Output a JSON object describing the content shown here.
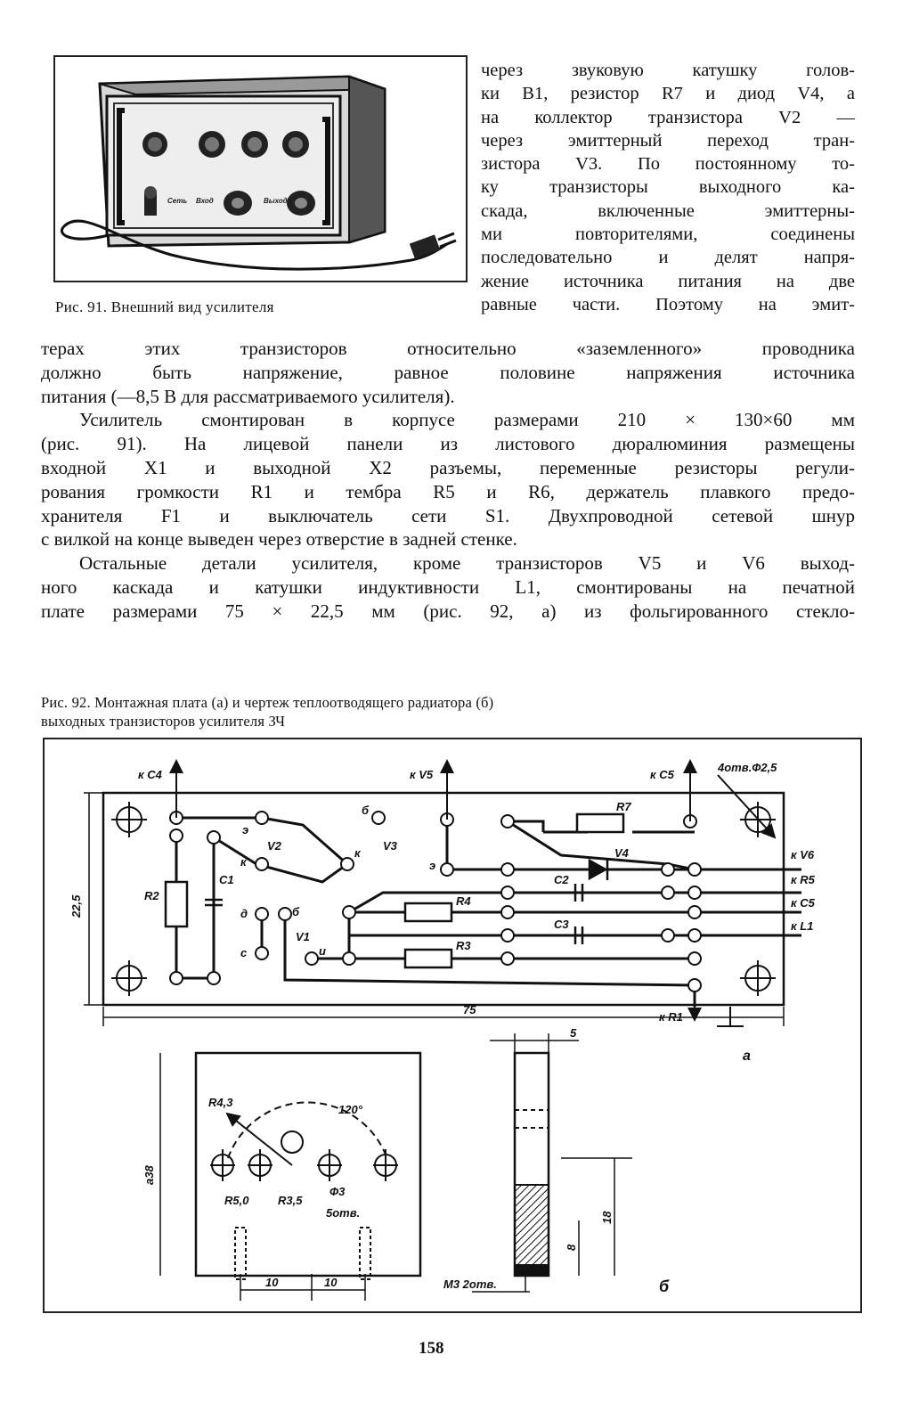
{
  "fig91": {
    "caption": "Рис. 91. Внешний вид усилителя"
  },
  "right_column_lines": [
    "через звуковую катушку голов-",
    "ки B1, резистор R7 и диод V4, а",
    "на коллектор транзистора V2 —",
    "через эмиттерный переход тран-",
    "зистора V3. По постоянному то-",
    "ку транзисторы выходного ка-",
    "скада, включенные эмиттерны-",
    "ми повторителями, соединены",
    "последовательно и делят напря-",
    "жение источника питания на две",
    "равные части. Поэтому на эмит-"
  ],
  "body_lines": [
    "терах этих транзисторов относительно «заземленного» проводника",
    "должно быть напряжение, равное половине напряжения источника",
    "питания (—8,5 В для рассматриваемого усилителя).",
    "Усилитель смонтирован в корпусе размерами 210 × 130×60 мм",
    "(рис. 91). На лицевой панели из листового дюралюминия размещены",
    "входной X1 и выходной X2 разъемы, переменные резисторы регули-",
    "рования громкости R1 и тембра R5 и R6, держатель плавкого предо-",
    "хранителя F1 и выключатель сети S1. Двухпроводной сетевой шнур",
    "с вилкой на конце выведен через отверстие в задней стенке.",
    "Остальные детали усилителя, кроме транзисторов V5 и V6 выход-",
    "ного каскада и катушки индуктивности L1, смонтированы на печатной",
    "плате размерами 75 × 22,5 мм (рис. 92, а) из фольгированного стекло-"
  ],
  "fig92": {
    "caption_lines": [
      "Рис. 92. Монтажная плата (а) и чертеж теплоотводящего радиатора (б)",
      "выходных транзисторов усилителя ЗЧ"
    ],
    "labels": {
      "kC4": "к С4",
      "kV5": "к V5",
      "kC5": "к С5",
      "holes": "4отв.Ф2,5",
      "R7": "R7",
      "V4": "V4",
      "kV6": "к V6",
      "kR5": "к R5",
      "kC5b": "к С5",
      "kL1": "к L1",
      "C2": "С2",
      "C3": "С3",
      "R4": "R4",
      "R3": "R3",
      "R2": "R2",
      "C1": "С1",
      "V2": "V2",
      "V3": "V3",
      "V1": "V1",
      "e1": "э",
      "k1": "к",
      "b1": "б",
      "k2": "к",
      "e2": "э",
      "b2": "б",
      "c1": "с",
      "d1": "д",
      "u1": "и",
      "kR1": "к R1",
      "dim_75": "75",
      "dim_225": "22,5",
      "sub_a": "а",
      "sub_b": "б",
      "R43": "R4,3",
      "a120": "120°",
      "R50": "R5,0",
      "R35": "R3,5",
      "phi3": "Ф3",
      "holes5": "5отв.",
      "a38": "а38",
      "dim10a": "10",
      "dim10b": "10",
      "dim5": "5",
      "dim18": "18",
      "dim8": "8",
      "m3": "М3 2отв."
    }
  },
  "page_number": "158"
}
